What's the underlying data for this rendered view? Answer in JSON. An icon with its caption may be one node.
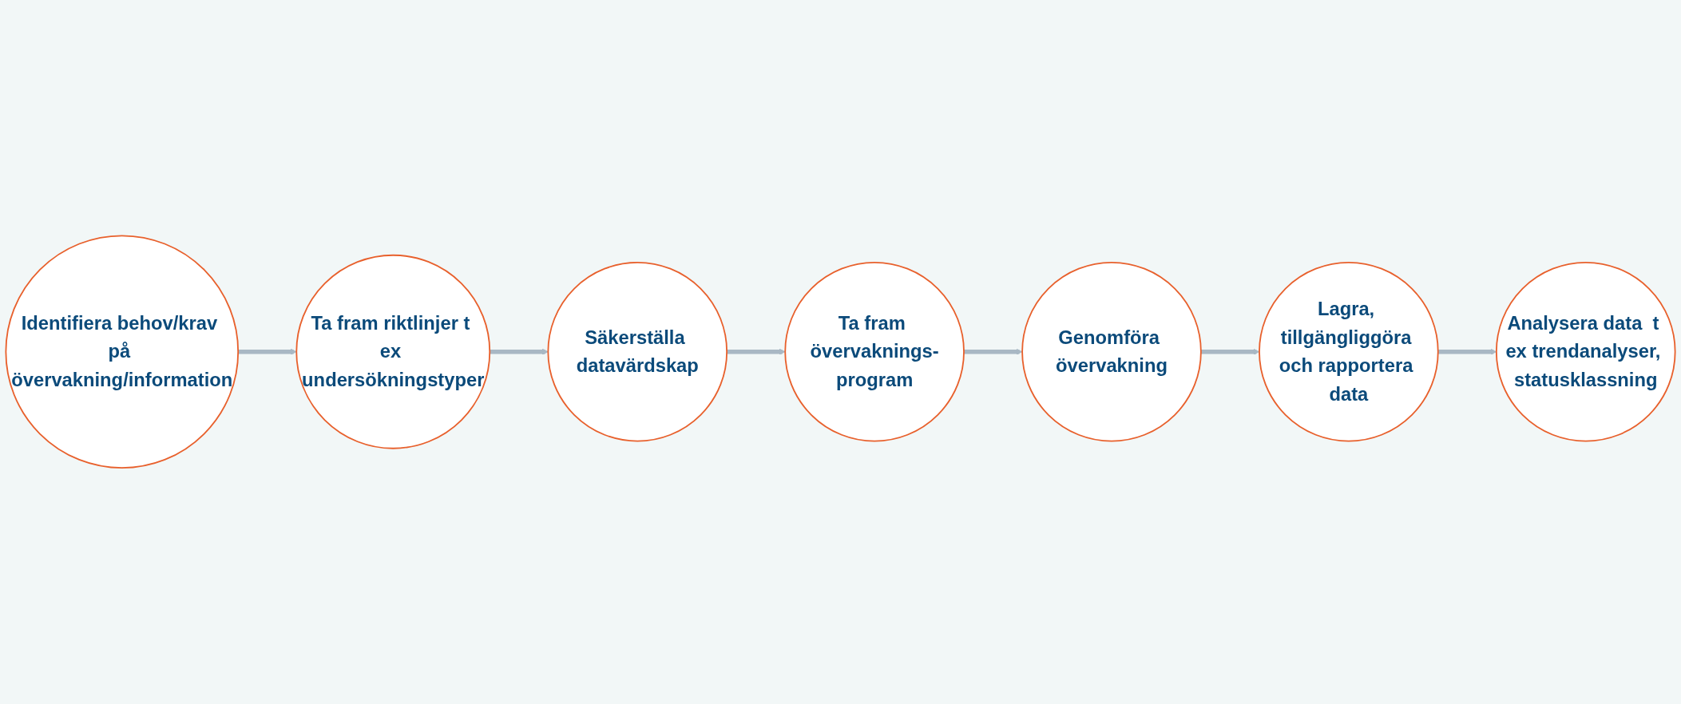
{
  "diagram": {
    "nodes": [
      {
        "text": [
          "Identifiera behov/krav på övervakning/information"
        ]
      },
      {
        "text": [
          "Ta fram riktlinjer t ex undersökningstyper"
        ]
      },
      {
        "text": [
          "Säkerställa datavärdskap"
        ]
      },
      {
        "text": [
          "Ta fram övervaknings-program"
        ]
      },
      {
        "text": [
          "Genomföra övervakning"
        ]
      },
      {
        "text": [
          "Lagra, tillgängliggöra och rapportera data"
        ]
      },
      {
        "text": [
          "Analysera data  t ex trendanalyser, statusklassning"
        ]
      }
    ],
    "edges": [
      {
        "from": 0,
        "to": 1,
        "arrow": "to"
      },
      {
        "from": 1,
        "to": 2,
        "arrow": "to"
      },
      {
        "from": 2,
        "to": 3,
        "arrow": "to"
      },
      {
        "from": 3,
        "to": 4,
        "arrow": "to"
      },
      {
        "from": 4,
        "to": 5,
        "arrow": "to"
      },
      {
        "from": 5,
        "to": 6,
        "arrow": "to"
      }
    ]
  }
}
